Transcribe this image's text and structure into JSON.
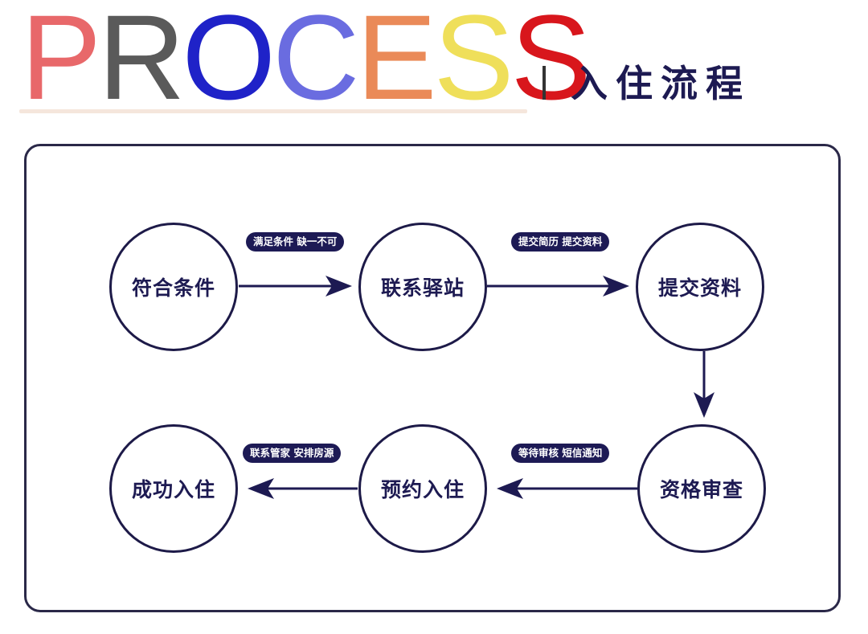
{
  "header": {
    "title_letters": [
      {
        "char": "P",
        "color": "#e8686a"
      },
      {
        "char": "R",
        "color": "#5a5a5a"
      },
      {
        "char": "O",
        "color": "#1f22c8"
      },
      {
        "char": "C",
        "color": "#6a6ce0"
      },
      {
        "char": "E",
        "color": "#ea8a58"
      },
      {
        "char": "S",
        "color": "#efdf5a"
      },
      {
        "char": "S",
        "color": "#d8161c"
      }
    ],
    "subtitle": "入住流程"
  },
  "steps": [
    {
      "label": "符合条件"
    },
    {
      "label": "联系驿站"
    },
    {
      "label": "提交资料"
    },
    {
      "label": "资格审查"
    },
    {
      "label": "预约入住"
    },
    {
      "label": "成功入住"
    }
  ],
  "transitions": [
    {
      "from": "符合条件",
      "to": "联系驿站",
      "note": "满足条件 缺一不可"
    },
    {
      "from": "联系驿站",
      "to": "提交资料",
      "note": "提交简历 提交资料"
    },
    {
      "from": "提交资料",
      "to": "资格审查",
      "note": ""
    },
    {
      "from": "资格审查",
      "to": "预约入住",
      "note": "等待审核 短信通知"
    },
    {
      "from": "预约入住",
      "to": "成功入住",
      "note": "联系管家 安排房源"
    }
  ],
  "colors": {
    "primary": "#1d1a52",
    "frame": "#2a2848"
  }
}
